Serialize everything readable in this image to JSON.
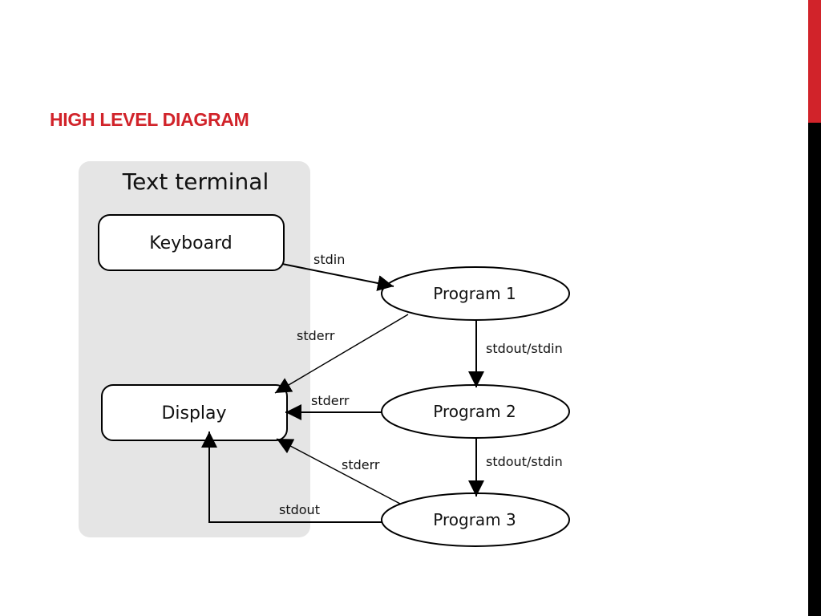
{
  "title": "HIGH LEVEL DIAGRAM",
  "colors": {
    "accent": "#d1232a",
    "dark_bar": "#000000",
    "group_bg": "#e5e5e5",
    "line": "#000000"
  },
  "diagram": {
    "group_label": "Text terminal",
    "nodes": {
      "keyboard": "Keyboard",
      "display": "Display",
      "program1": "Program 1",
      "program2": "Program 2",
      "program3": "Program 3"
    },
    "edges": {
      "keyboard_program1": "stdin",
      "program1_display": "stderr",
      "program1_program2": "stdout/stdin",
      "program2_display": "stderr",
      "program2_program3": "stdout/stdin",
      "program3_display_err": "stderr",
      "program3_display_out": "stdout"
    }
  }
}
